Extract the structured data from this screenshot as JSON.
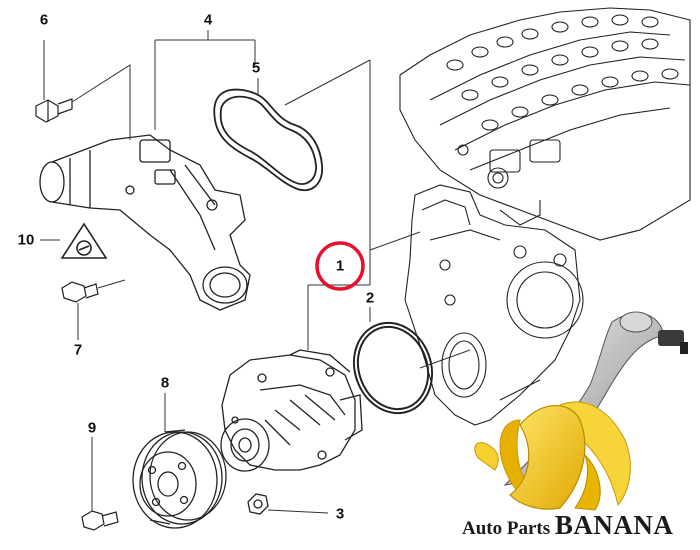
{
  "callouts": [
    {
      "id": "1",
      "label": "1"
    },
    {
      "id": "2",
      "label": "2"
    },
    {
      "id": "3",
      "label": "3"
    },
    {
      "id": "4",
      "label": "4"
    },
    {
      "id": "5",
      "label": "5"
    },
    {
      "id": "6",
      "label": "6"
    },
    {
      "id": "7",
      "label": "7"
    },
    {
      "id": "8",
      "label": "8"
    },
    {
      "id": "9",
      "label": "9"
    },
    {
      "id": "10",
      "label": "10"
    }
  ],
  "highlight": {
    "callout": "1",
    "color": "#e8102a"
  },
  "watermark": {
    "brand_prefix": "Auto Parts ",
    "brand_name": "BANANA",
    "banana_color": "#f2c81a"
  },
  "colors": {
    "line": "#222222",
    "leader": "#333333"
  }
}
